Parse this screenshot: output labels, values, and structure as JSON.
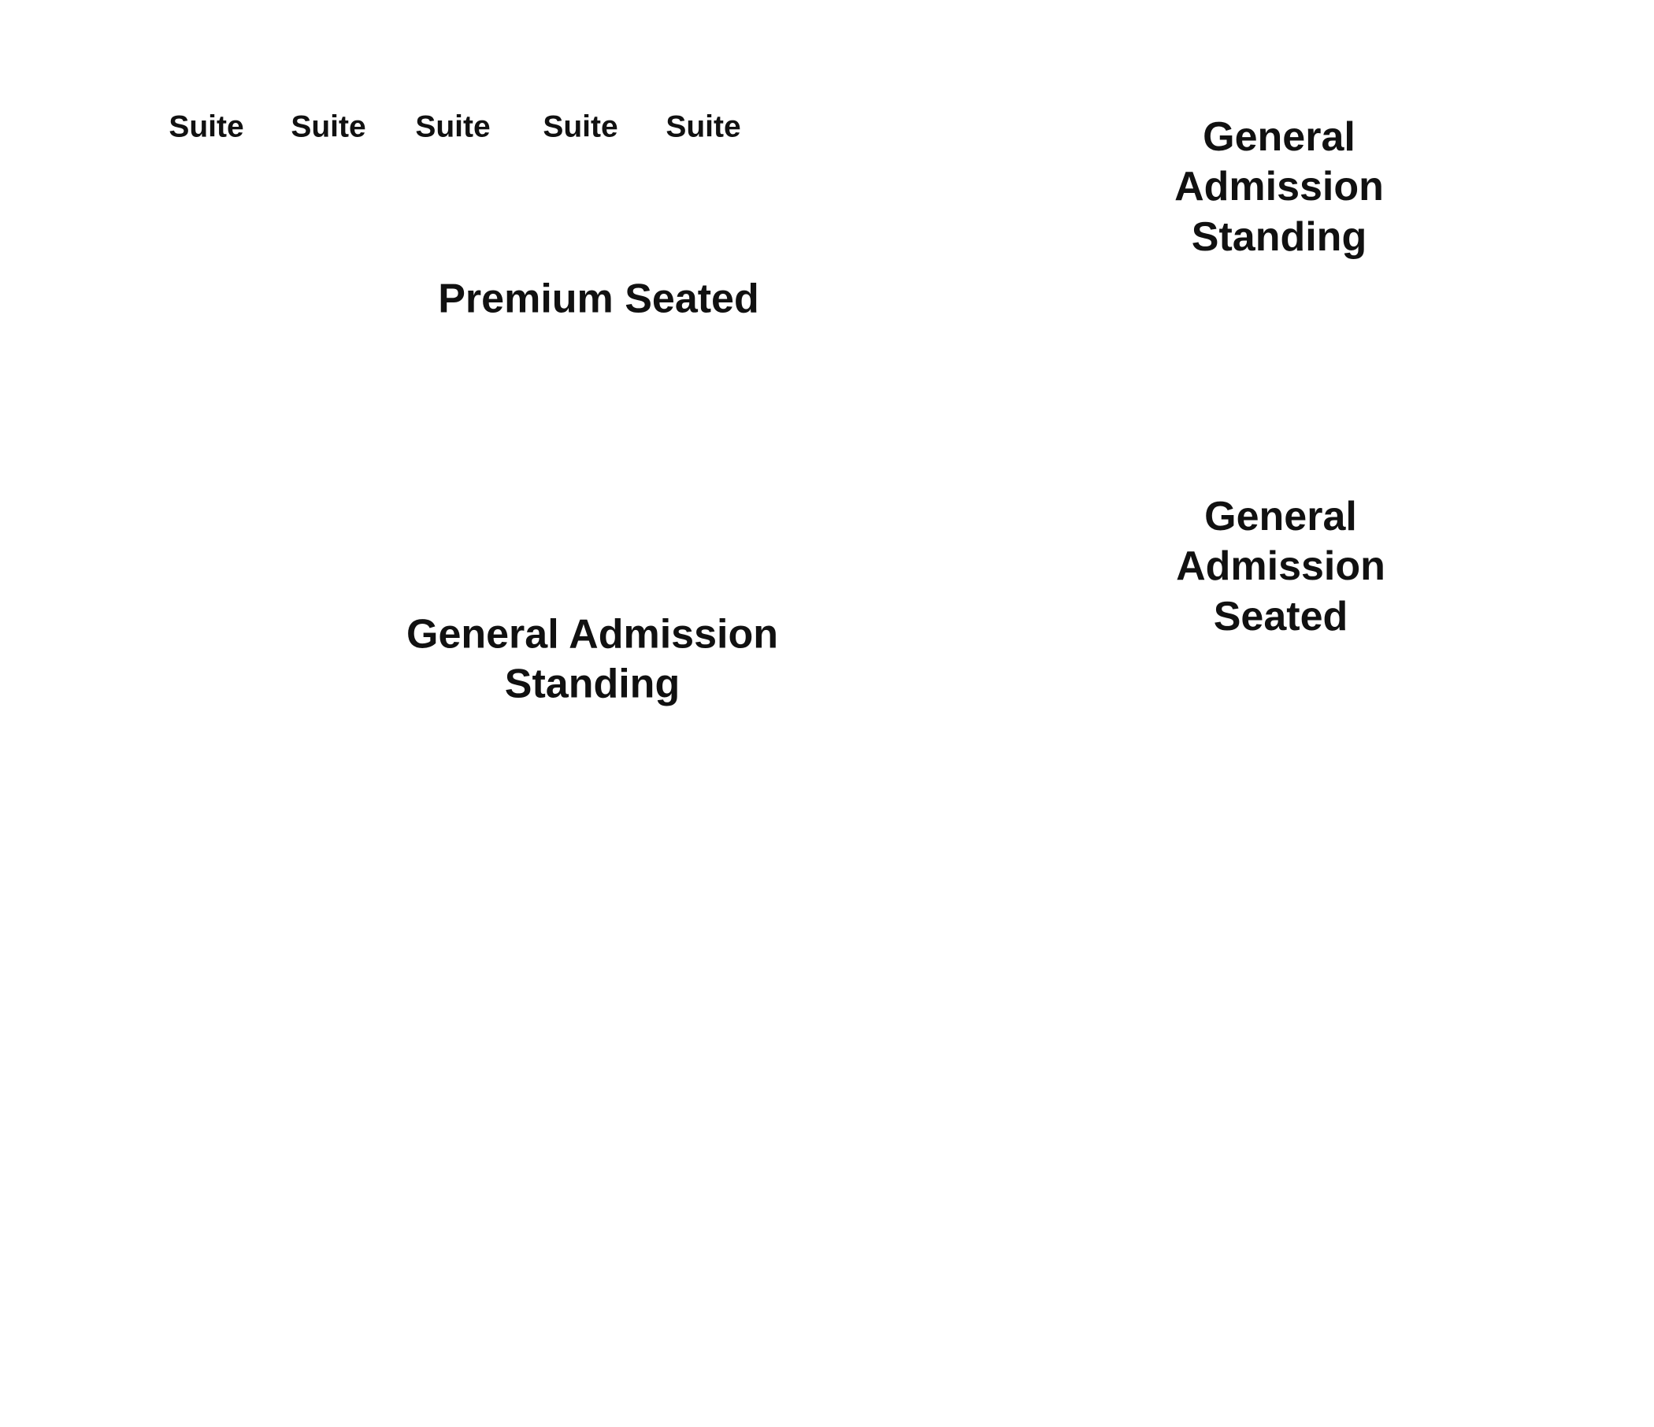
{
  "map": {
    "suites": [
      {
        "label": "Suite"
      },
      {
        "label": "Suite"
      },
      {
        "label": "Suite"
      },
      {
        "label": "Suite"
      },
      {
        "label": "Suite"
      }
    ],
    "premium_seated": {
      "label": "Premium Seated"
    },
    "ga_standing_center": {
      "label": "General Admission\nStanding"
    },
    "ga_standing_right": {
      "label": "General\nAdmission\nStanding"
    },
    "ga_seated_right": {
      "label": "General\nAdmission\nSeated"
    }
  }
}
